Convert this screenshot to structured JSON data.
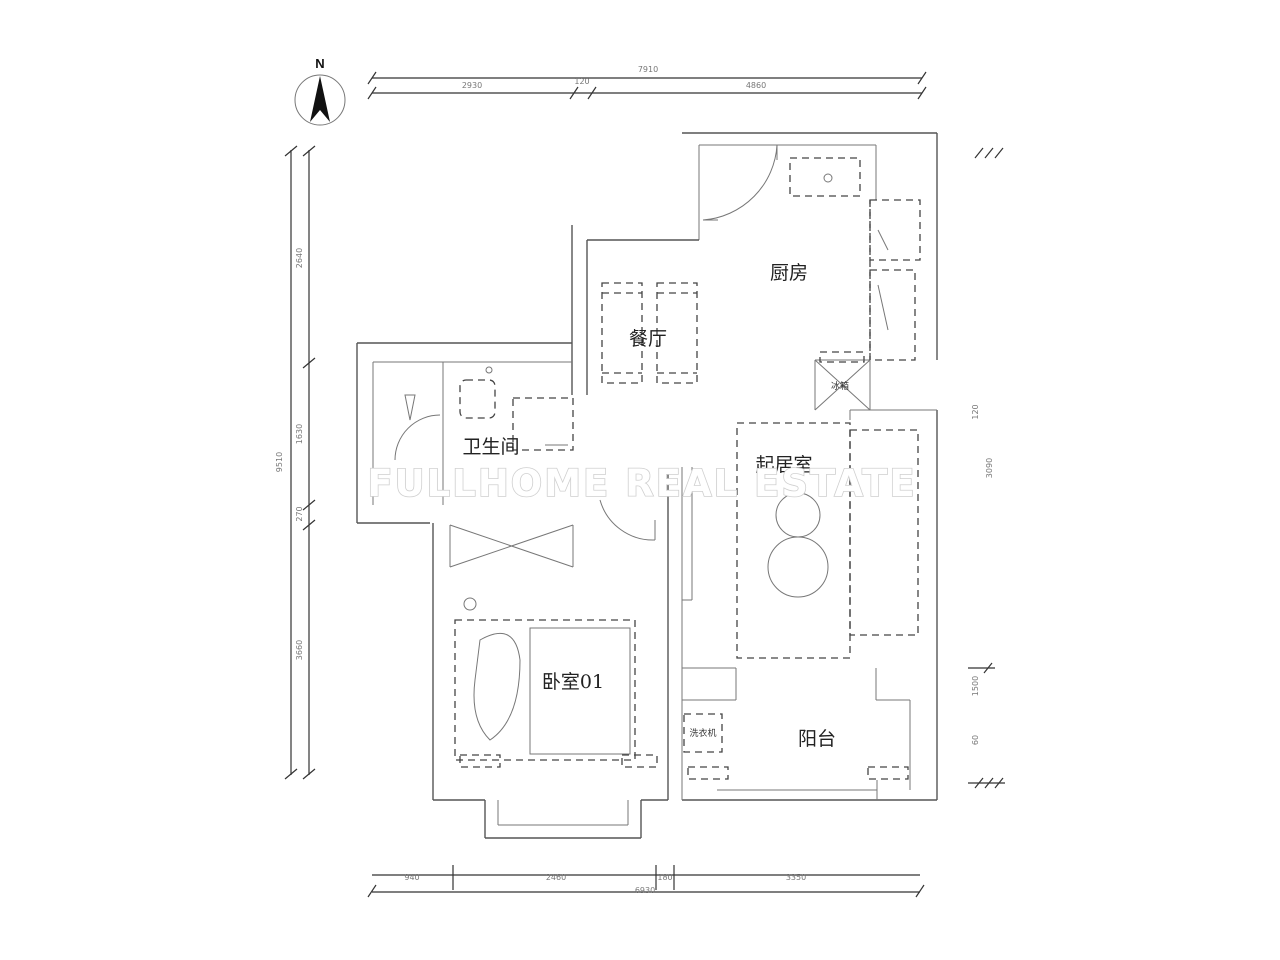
{
  "compass": {
    "label": "N"
  },
  "rooms": {
    "kitchen": "厨房",
    "dining": "餐厅",
    "bathroom": "卫生间",
    "living": "起居室",
    "bedroom": "卧室01",
    "balcony": "阳台"
  },
  "fixtures": {
    "fridge": "冰箱",
    "washer": "洗衣机"
  },
  "watermark": "FULLHOME REAL ESTATE",
  "dimensions": {
    "top_total": "7910",
    "top_left": "2930",
    "top_mid": "120",
    "top_right": "4860",
    "bottom_1": "940",
    "bottom_2": "2460",
    "bottom_3": "180",
    "bottom_4": "3350",
    "bottom_total": "6930",
    "left_total": "9510",
    "left_1": "2640",
    "left_2": "1630",
    "left_3": "270",
    "left_4": "3660",
    "right_1": "120",
    "right_2": "3090",
    "right_3": "1500",
    "right_4": "60"
  },
  "colors": {
    "line": "#555555",
    "watermark_outline": "#cfcfcf"
  }
}
